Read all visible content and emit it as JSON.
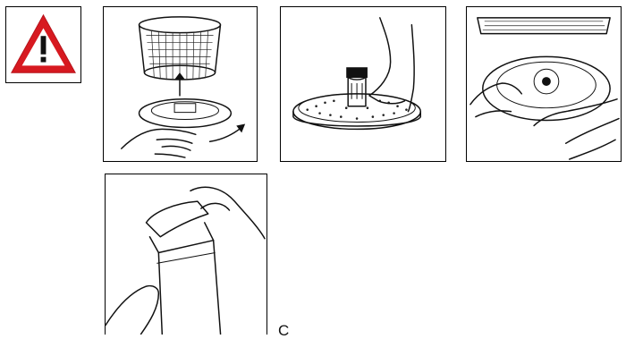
{
  "colors": {
    "warning_red": "#d71920",
    "outline": "#111111",
    "background": "#ffffff"
  },
  "icons": {
    "warning": "exclamation-triangle-icon"
  },
  "figures": [
    {
      "name": "basket-removal-illustration"
    },
    {
      "name": "filter-disc-illustration"
    },
    {
      "name": "filter-assembly-illustration"
    },
    {
      "name": "water-tank-illustration"
    }
  ],
  "stray_text": "C"
}
